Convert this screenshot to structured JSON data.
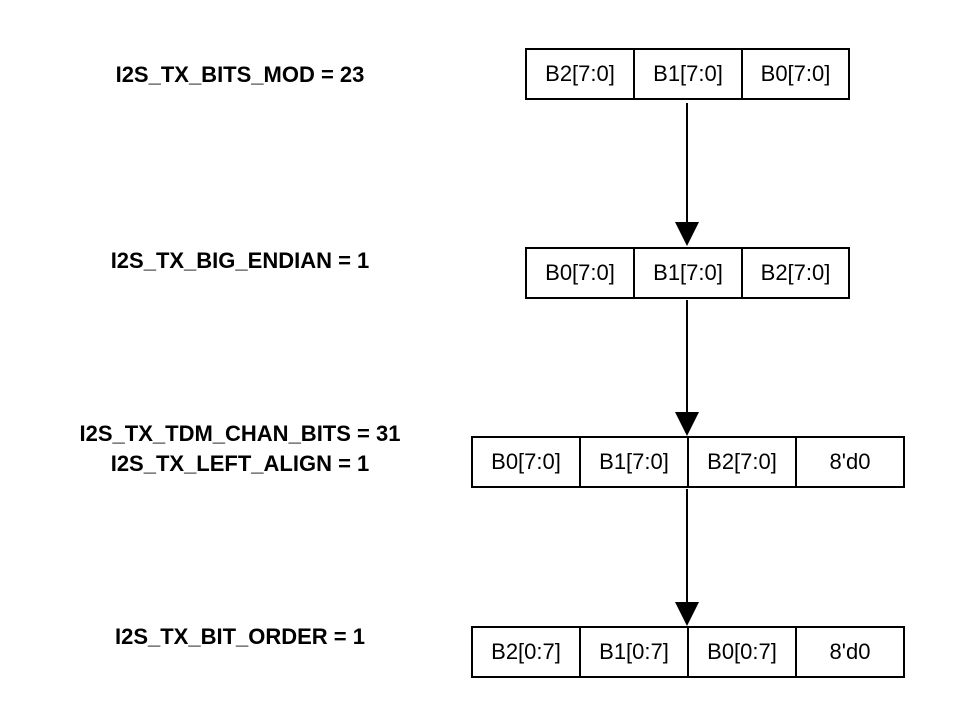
{
  "steps": [
    {
      "labels": [
        "I2S_TX_BITS_MOD = 23"
      ],
      "cells": [
        "B2[7:0]",
        "B1[7:0]",
        "B0[7:0]"
      ]
    },
    {
      "labels": [
        "I2S_TX_BIG_ENDIAN = 1"
      ],
      "cells": [
        "B0[7:0]",
        "B1[7:0]",
        "B2[7:0]"
      ]
    },
    {
      "labels": [
        "I2S_TX_TDM_CHAN_BITS = 31",
        "I2S_TX_LEFT_ALIGN = 1"
      ],
      "cells": [
        "B0[7:0]",
        "B1[7:0]",
        "B2[7:0]",
        "8'd0"
      ]
    },
    {
      "labels": [
        "I2S_TX_BIT_ORDER = 1"
      ],
      "cells": [
        "B2[0:7]",
        "B1[0:7]",
        "B0[0:7]",
        "8'd0"
      ]
    }
  ]
}
